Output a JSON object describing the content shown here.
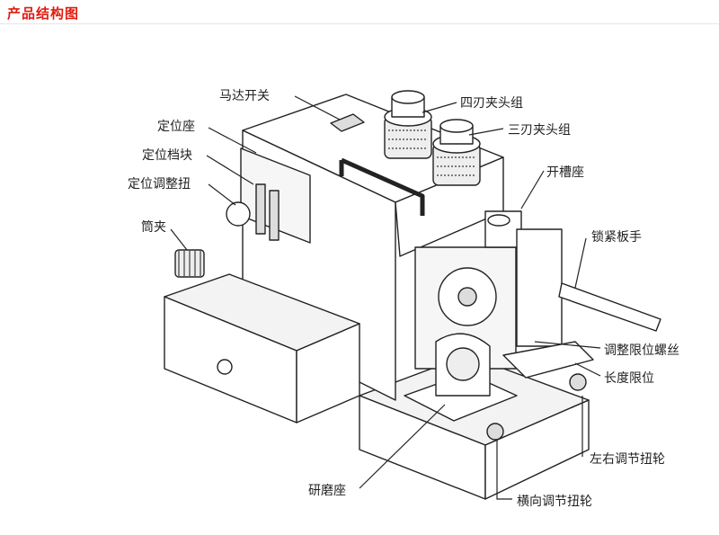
{
  "title": "产品结构图",
  "labels": {
    "motor_switch": "马达开关",
    "four_blade_collet": "四刃夹头组",
    "three_blade_collet": "三刃夹头组",
    "positioning_seat": "定位座",
    "positioning_stop": "定位档块",
    "positioning_knob": "定位调整扭",
    "collet": "筒夹",
    "slot_seat": "开槽座",
    "lock_wrench": "锁紧板手",
    "limit_screw": "调整限位螺丝",
    "length_limit": "长度限位",
    "lr_wheel": "左右调节扭轮",
    "grind_seat": "研磨座",
    "cross_wheel": "横向调节扭轮"
  },
  "colors": {
    "title": "#e11b0f",
    "line": "#222222"
  }
}
